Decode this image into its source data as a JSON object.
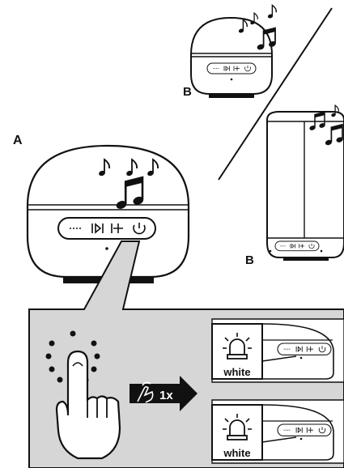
{
  "labels": {
    "device_a": "A",
    "device_b_top": "B",
    "device_b_bottom": "B",
    "press_count": "1x",
    "led_color_top": "white",
    "led_color_bottom": "white"
  },
  "icons": [
    "music-notes-icon",
    "button-panel-icon",
    "finger-press-icon",
    "tap-gesture-icon",
    "led-light-icon"
  ],
  "colors": {
    "outline": "#111111",
    "panel_background": "#d6d6d6",
    "arrow_background": "#111111"
  }
}
